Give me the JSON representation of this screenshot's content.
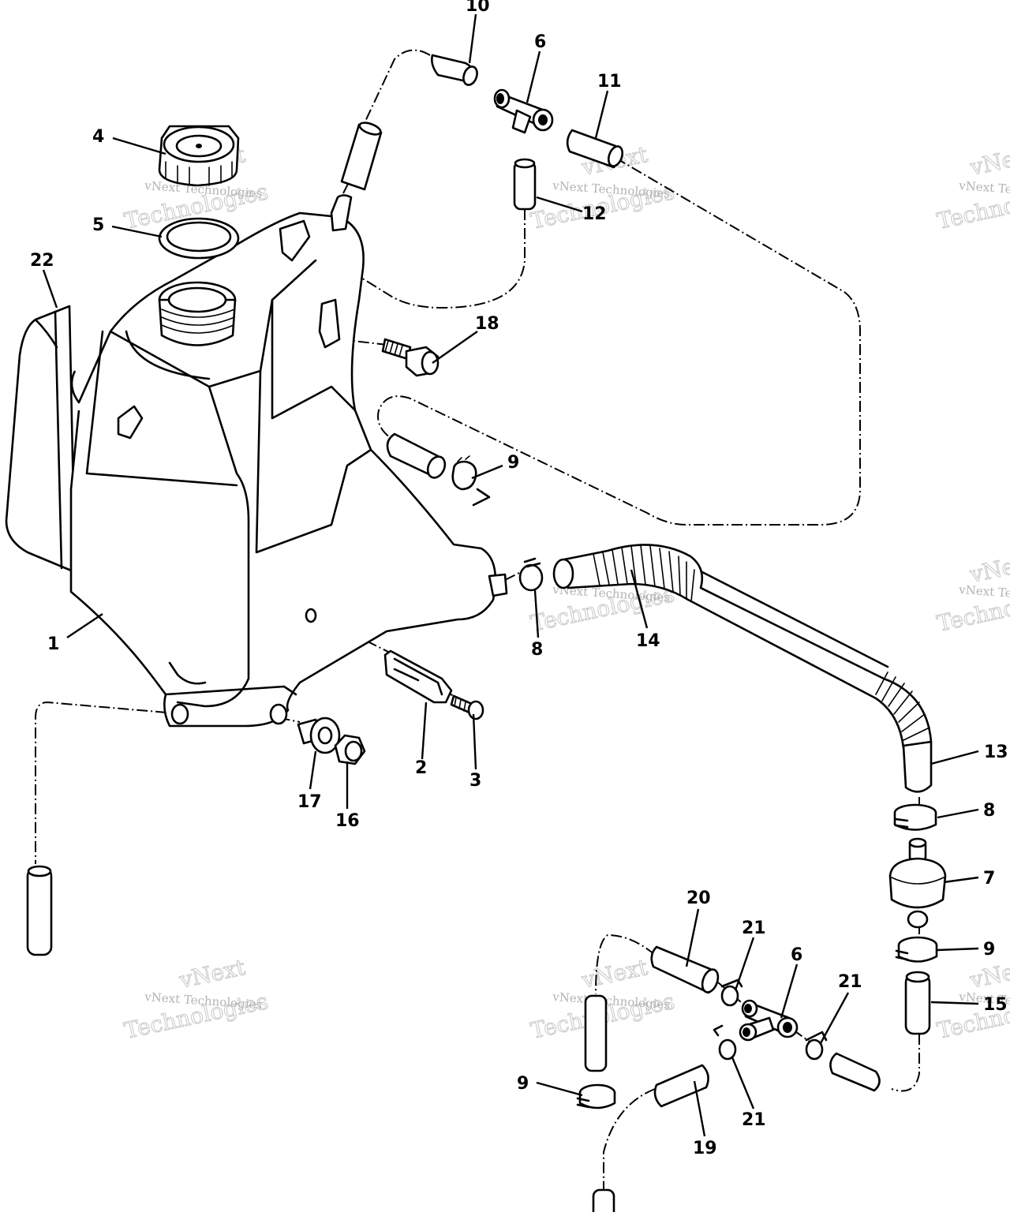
{
  "diagram": {
    "callouts": [
      {
        "id": "c10",
        "text": "10"
      },
      {
        "id": "c6a",
        "text": "6"
      },
      {
        "id": "c11",
        "text": "11"
      },
      {
        "id": "c4",
        "text": "4"
      },
      {
        "id": "c12",
        "text": "12"
      },
      {
        "id": "c5",
        "text": "5"
      },
      {
        "id": "c22",
        "text": "22"
      },
      {
        "id": "c18",
        "text": "18"
      },
      {
        "id": "c9a",
        "text": "9"
      },
      {
        "id": "c8a",
        "text": "8"
      },
      {
        "id": "c14",
        "text": "14"
      },
      {
        "id": "c1",
        "text": "1"
      },
      {
        "id": "c2",
        "text": "2"
      },
      {
        "id": "c3",
        "text": "3"
      },
      {
        "id": "c17",
        "text": "17"
      },
      {
        "id": "c16",
        "text": "16"
      },
      {
        "id": "c13",
        "text": "13"
      },
      {
        "id": "c8b",
        "text": "8"
      },
      {
        "id": "c7",
        "text": "7"
      },
      {
        "id": "c20",
        "text": "20"
      },
      {
        "id": "c21a",
        "text": "21"
      },
      {
        "id": "c9b",
        "text": "9"
      },
      {
        "id": "c6b",
        "text": "6"
      },
      {
        "id": "c21b",
        "text": "21"
      },
      {
        "id": "c15",
        "text": "15"
      },
      {
        "id": "c9c",
        "text": "9"
      },
      {
        "id": "c21c",
        "text": "21"
      },
      {
        "id": "c19",
        "text": "19"
      }
    ],
    "watermark": {
      "line1": "vNext",
      "line2": "vNext Technologies",
      "line3": "Technologies"
    }
  }
}
